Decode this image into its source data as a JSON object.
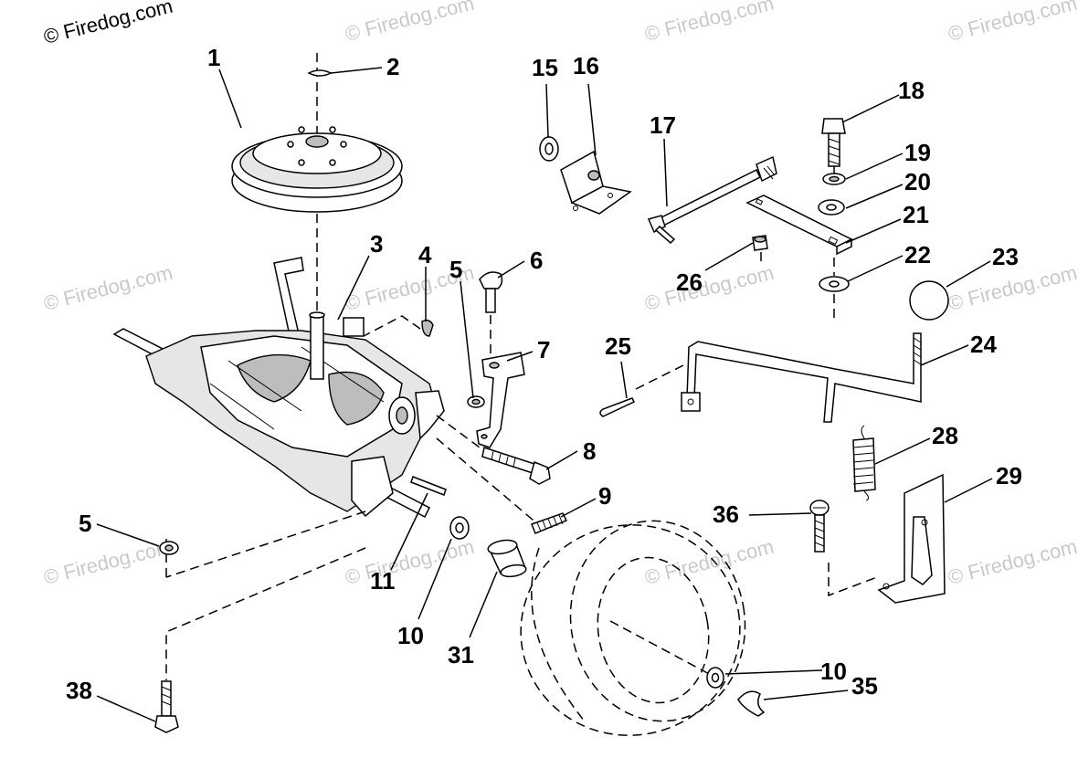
{
  "watermark": {
    "corner": "© Firedog.com",
    "text": "© Firedog.com"
  },
  "callouts": [
    "1",
    "2",
    "3",
    "4",
    "5",
    "6",
    "5",
    "7",
    "8",
    "9",
    "10",
    "11",
    "10",
    "15",
    "16",
    "17",
    "18",
    "19",
    "20",
    "21",
    "22",
    "23",
    "24",
    "25",
    "26",
    "28",
    "29",
    "31",
    "35",
    "36",
    "38"
  ]
}
